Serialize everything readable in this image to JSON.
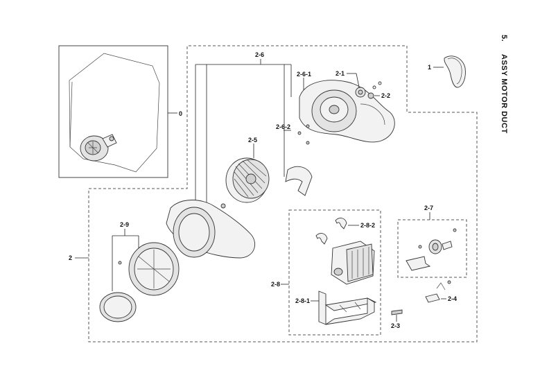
{
  "section": {
    "number": "5.",
    "title": "ASSY MOTOR DUCT"
  },
  "callouts": {
    "c0": "0",
    "c1": "1",
    "c2": "2",
    "c2_1": "2-1",
    "c2_2": "2-2",
    "c2_3": "2-3",
    "c2_4": "2-4",
    "c2_5": "2-5",
    "c2_6": "2-6",
    "c2_6_1": "2-6-1",
    "c2_6_2": "2-6-2",
    "c2_7": "2-7",
    "c2_8": "2-8",
    "c2_8_1": "2-8-1",
    "c2_8_2": "2-8-2",
    "c2_9": "2-9"
  }
}
